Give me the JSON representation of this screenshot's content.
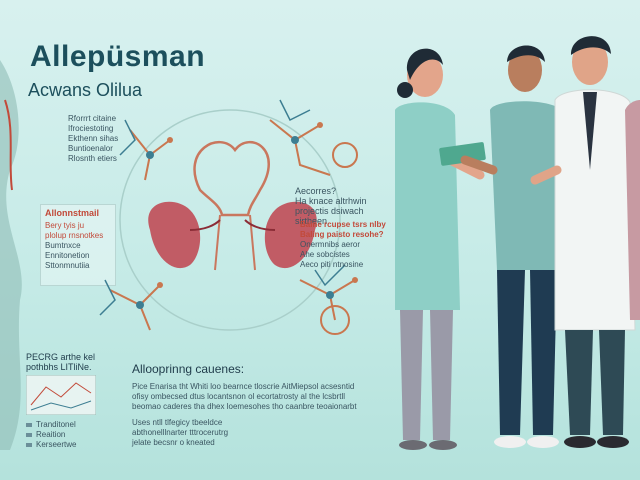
{
  "header": {
    "title": "Allepüsman",
    "subtitle": "Acwans Olilua"
  },
  "left_notes": {
    "lines": [
      "Rforrrt citaine",
      "Ifrociestoting",
      "Ekthenn sihas",
      "Buntioenalor",
      "Rlosnth etiers"
    ]
  },
  "left_box": {
    "heading": "Allonnstmail",
    "lines": [
      "Bery tyis ju",
      "plolup rnsnotkes",
      "Bumtnxce",
      "Ennitonetion",
      "Sttonmnutiia"
    ]
  },
  "center_callout_1": {
    "lines": [
      "Aecorres?",
      "Ha knace altrhwin",
      "projectis dsiwach",
      "sirtheen"
    ]
  },
  "center_callout_2": {
    "lines": [
      "Baine rcupse tsrs nlby",
      "Baling paisto resohe?",
      "Onermnibs aeror",
      "Ahe sobcistes",
      "Aeco piti ntnosine"
    ]
  },
  "bottom_left": {
    "heading": "PECRG arthe kel",
    "subheading": "pothbhs LITliNe.",
    "items": [
      "Tranditonel",
      "Reaition",
      "Kerseertwe"
    ]
  },
  "bottom_center": {
    "heading": "Allooprinng cauenes:",
    "paragraph_1": [
      "Pice Enarisa tht Whiti loo bearnce tloscrie AitMiepsol acsesntid",
      "ofisy ombecsed dtus locantsnon ol ecortatrosty al the lcsbrtll",
      "beomao caderes tha dhex loemesohes tho caanbre teoaionarbt"
    ],
    "paragraph_2": [
      "Uses ntll tlfegicy tbeeldce",
      "abthonelllnarter tttrocerutrg",
      "jelate becsnr o kneated"
    ]
  },
  "colors": {
    "background": "#c6ebe7",
    "accent_red": "#c24a3a",
    "title": "#1c4f5c",
    "scrub": "#8ecfc6",
    "coat": "#f2f5f4"
  }
}
